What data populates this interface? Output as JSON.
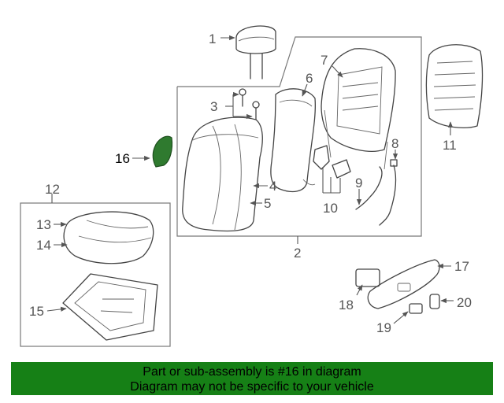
{
  "labels": {
    "p1": "1",
    "p2": "2",
    "p3": "3",
    "p4": "4",
    "p5": "5",
    "p6": "6",
    "p7": "7",
    "p8": "8",
    "p9": "9",
    "p10": "10",
    "p11": "11",
    "p12": "12",
    "p13": "13",
    "p14": "14",
    "p15": "15",
    "p16": "16",
    "p17": "17",
    "p18": "18",
    "p19": "19",
    "p20": "20"
  },
  "banner": {
    "line1": "Part or sub-assembly is #16 in diagram",
    "line2": "Diagram may not be specific to your vehicle"
  },
  "colors": {
    "highlight": "#2f7a2f",
    "banner": "#168016"
  }
}
